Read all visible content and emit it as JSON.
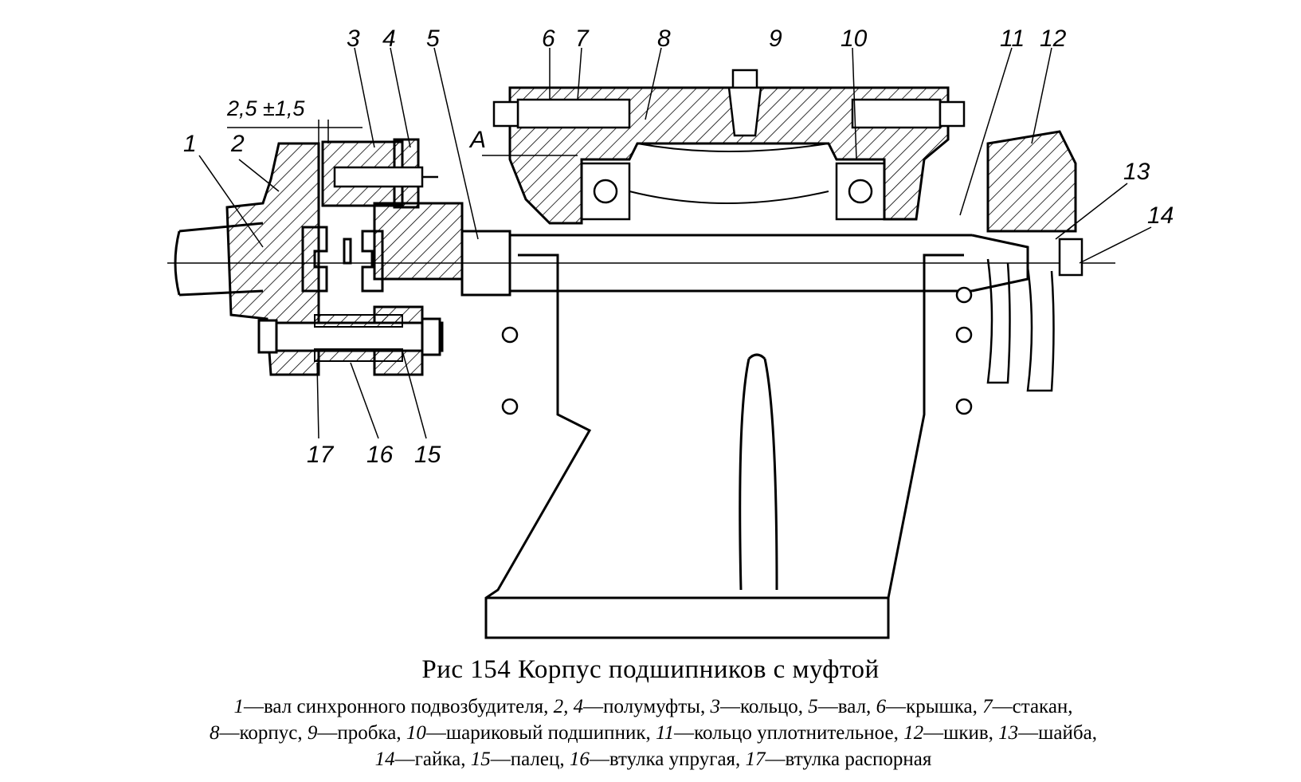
{
  "figure": {
    "title": "Рис 154 Корпус подшипников с муфтой",
    "dimension": "2,5 ±1,5",
    "section_mark": "A",
    "callouts": [
      "1",
      "2",
      "3",
      "4",
      "5",
      "6",
      "7",
      "8",
      "9",
      "10",
      "11",
      "12",
      "13",
      "14",
      "15",
      "16",
      "17"
    ]
  },
  "legend": {
    "rows": [
      [
        {
          "num": "1",
          "text": "—вал синхронного подвозбудителя, "
        },
        {
          "num": "2, 4",
          "text": "—полумуфты, "
        },
        {
          "num": "3",
          "text": "—кольцо, "
        },
        {
          "num": "5",
          "text": "—вал, "
        },
        {
          "num": "6",
          "text": "—крышка, "
        },
        {
          "num": "7",
          "text": "—стакан,"
        }
      ],
      [
        {
          "num": "8",
          "text": "—корпус, "
        },
        {
          "num": "9",
          "text": "—пробка, "
        },
        {
          "num": "10",
          "text": "—шариковый подшипник, "
        },
        {
          "num": "11",
          "text": "—кольцо уплотнительное, "
        },
        {
          "num": "12",
          "text": "—шкив, "
        },
        {
          "num": "13",
          "text": "—шайба,"
        }
      ],
      [
        {
          "num": "14",
          "text": "—гайка, "
        },
        {
          "num": "15",
          "text": "—палец, "
        },
        {
          "num": "16",
          "text": "—втулка упругая, "
        },
        {
          "num": "17",
          "text": "—втулка распорная"
        }
      ]
    ]
  }
}
